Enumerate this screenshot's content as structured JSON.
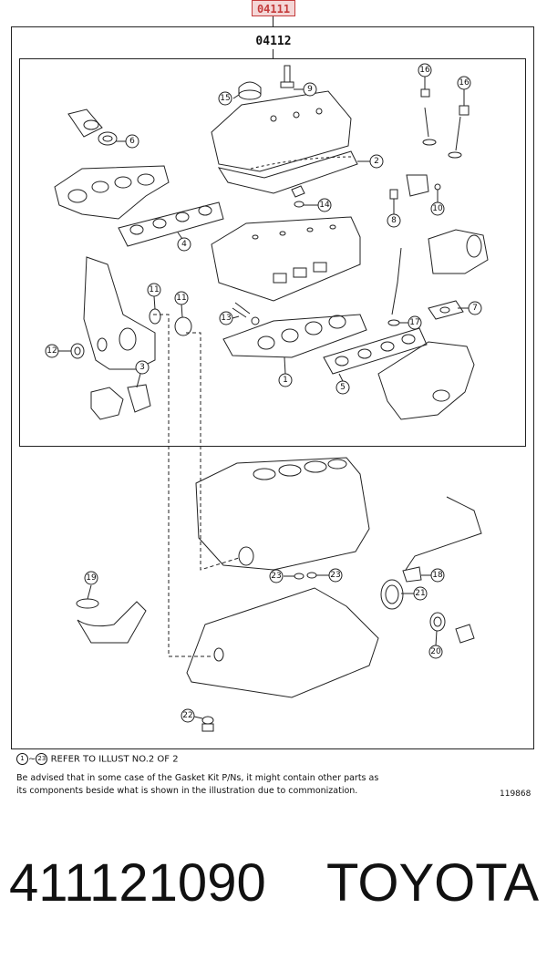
{
  "header": {
    "outer_code": "04111",
    "inner_code": "04112"
  },
  "callouts": [
    {
      "id": "c15",
      "label": "15"
    },
    {
      "id": "c9",
      "label": "9"
    },
    {
      "id": "c16a",
      "label": "16"
    },
    {
      "id": "c16b",
      "label": "16"
    },
    {
      "id": "c6",
      "label": "6"
    },
    {
      "id": "c2",
      "label": "2"
    },
    {
      "id": "c14",
      "label": "14"
    },
    {
      "id": "c8",
      "label": "8"
    },
    {
      "id": "c10",
      "label": "10"
    },
    {
      "id": "c4",
      "label": "4"
    },
    {
      "id": "c11a",
      "label": "11"
    },
    {
      "id": "c11b",
      "label": "11"
    },
    {
      "id": "c13",
      "label": "13"
    },
    {
      "id": "c17",
      "label": "17"
    },
    {
      "id": "c7",
      "label": "7"
    },
    {
      "id": "c12",
      "label": "12"
    },
    {
      "id": "c3",
      "label": "3"
    },
    {
      "id": "c1",
      "label": "1"
    },
    {
      "id": "c5",
      "label": "5"
    },
    {
      "id": "c19",
      "label": "19"
    },
    {
      "id": "c23a",
      "label": "23"
    },
    {
      "id": "c23b",
      "label": "23"
    },
    {
      "id": "c18",
      "label": "18"
    },
    {
      "id": "c21",
      "label": "21"
    },
    {
      "id": "c20",
      "label": "20"
    },
    {
      "id": "c22",
      "label": "22"
    }
  ],
  "notes": {
    "refer_start": "1",
    "refer_end": "23",
    "refer_text": "REFER TO ILLUST NO.2 OF 2",
    "advice_line1": "Be advised that in some case of the Gasket Kit P/Ns,  it might contain other parts as",
    "advice_line2": "its components beside what is shown in the illustration due to commonization.",
    "illustration_number": "119868"
  },
  "footer": {
    "part_number": "411121090",
    "brand": "TOYOTA"
  }
}
